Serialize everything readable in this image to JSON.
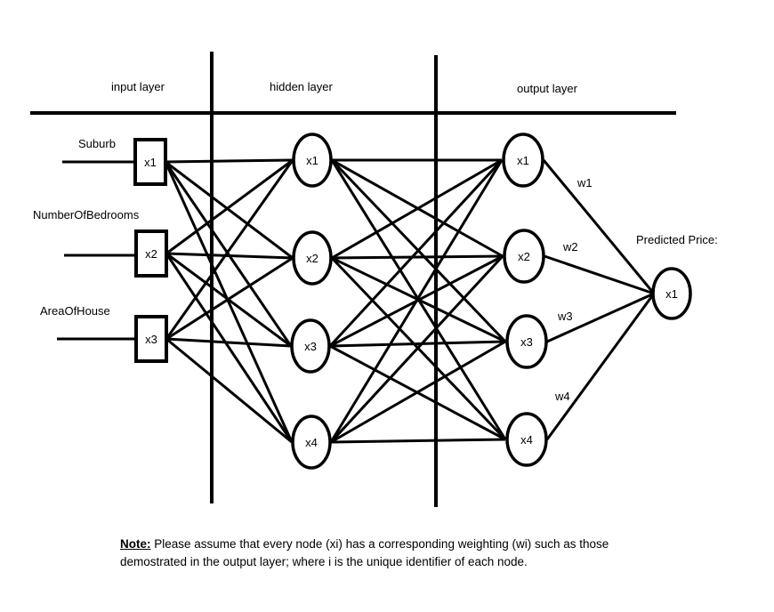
{
  "headers": {
    "input": "input layer",
    "hidden": "hidden layer",
    "output": "output layer"
  },
  "input_nodes": [
    {
      "id": "x1",
      "feature": "Suburb"
    },
    {
      "id": "x2",
      "feature": "NumberOfBedrooms"
    },
    {
      "id": "x3",
      "feature": "AreaOfHouse"
    }
  ],
  "hidden_nodes": [
    "x1",
    "x2",
    "x3",
    "x4"
  ],
  "output_nodes": [
    "x1",
    "x2",
    "x3",
    "x4"
  ],
  "weights": [
    "w1",
    "w2",
    "w3",
    "w4"
  ],
  "final_node": {
    "id": "x1",
    "label": "Predicted Price:"
  },
  "note": {
    "label": "Note:",
    "text": "Please assume that every node (xi) has a corresponding weighting (wi) such as those demostrated in the output layer; where i is the unique identifier of each node."
  }
}
